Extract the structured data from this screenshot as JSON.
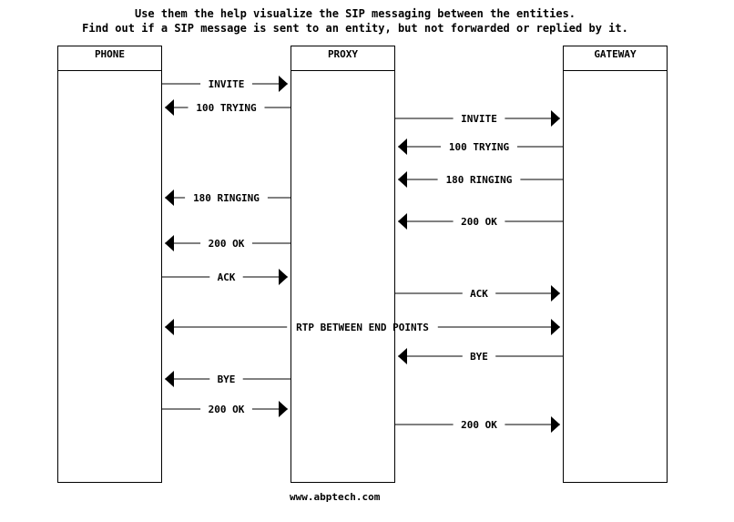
{
  "caption": {
    "line1": "Use them the help visualize the SIP messaging between the entities.",
    "line2": "Find out if a SIP message is sent to an entity, but not forwarded or replied by it."
  },
  "entities": [
    {
      "id": "phone",
      "label": "PHONE"
    },
    {
      "id": "proxy",
      "label": "PROXY"
    },
    {
      "id": "gateway",
      "label": "GATEWAY"
    }
  ],
  "messages": [
    {
      "label": "INVITE",
      "from": "phone",
      "to": "proxy"
    },
    {
      "label": "100 TRYING",
      "from": "proxy",
      "to": "phone"
    },
    {
      "label": "INVITE",
      "from": "proxy",
      "to": "gateway"
    },
    {
      "label": "100 TRYING",
      "from": "gateway",
      "to": "proxy"
    },
    {
      "label": "180 RINGING",
      "from": "gateway",
      "to": "proxy"
    },
    {
      "label": "180 RINGING",
      "from": "proxy",
      "to": "phone"
    },
    {
      "label": "200 OK",
      "from": "gateway",
      "to": "proxy"
    },
    {
      "label": "200 OK",
      "from": "proxy",
      "to": "phone"
    },
    {
      "label": "ACK",
      "from": "phone",
      "to": "proxy"
    },
    {
      "label": "ACK",
      "from": "proxy",
      "to": "gateway"
    },
    {
      "label": "RTP BETWEEN END POINTS",
      "from": "phone",
      "to": "gateway",
      "bidirectional": true
    },
    {
      "label": "BYE",
      "from": "gateway",
      "to": "proxy"
    },
    {
      "label": "BYE",
      "from": "proxy",
      "to": "phone"
    },
    {
      "label": "200 OK",
      "from": "phone",
      "to": "proxy"
    },
    {
      "label": "200 OK",
      "from": "proxy",
      "to": "gateway"
    }
  ],
  "footer": "www.abptech.com"
}
